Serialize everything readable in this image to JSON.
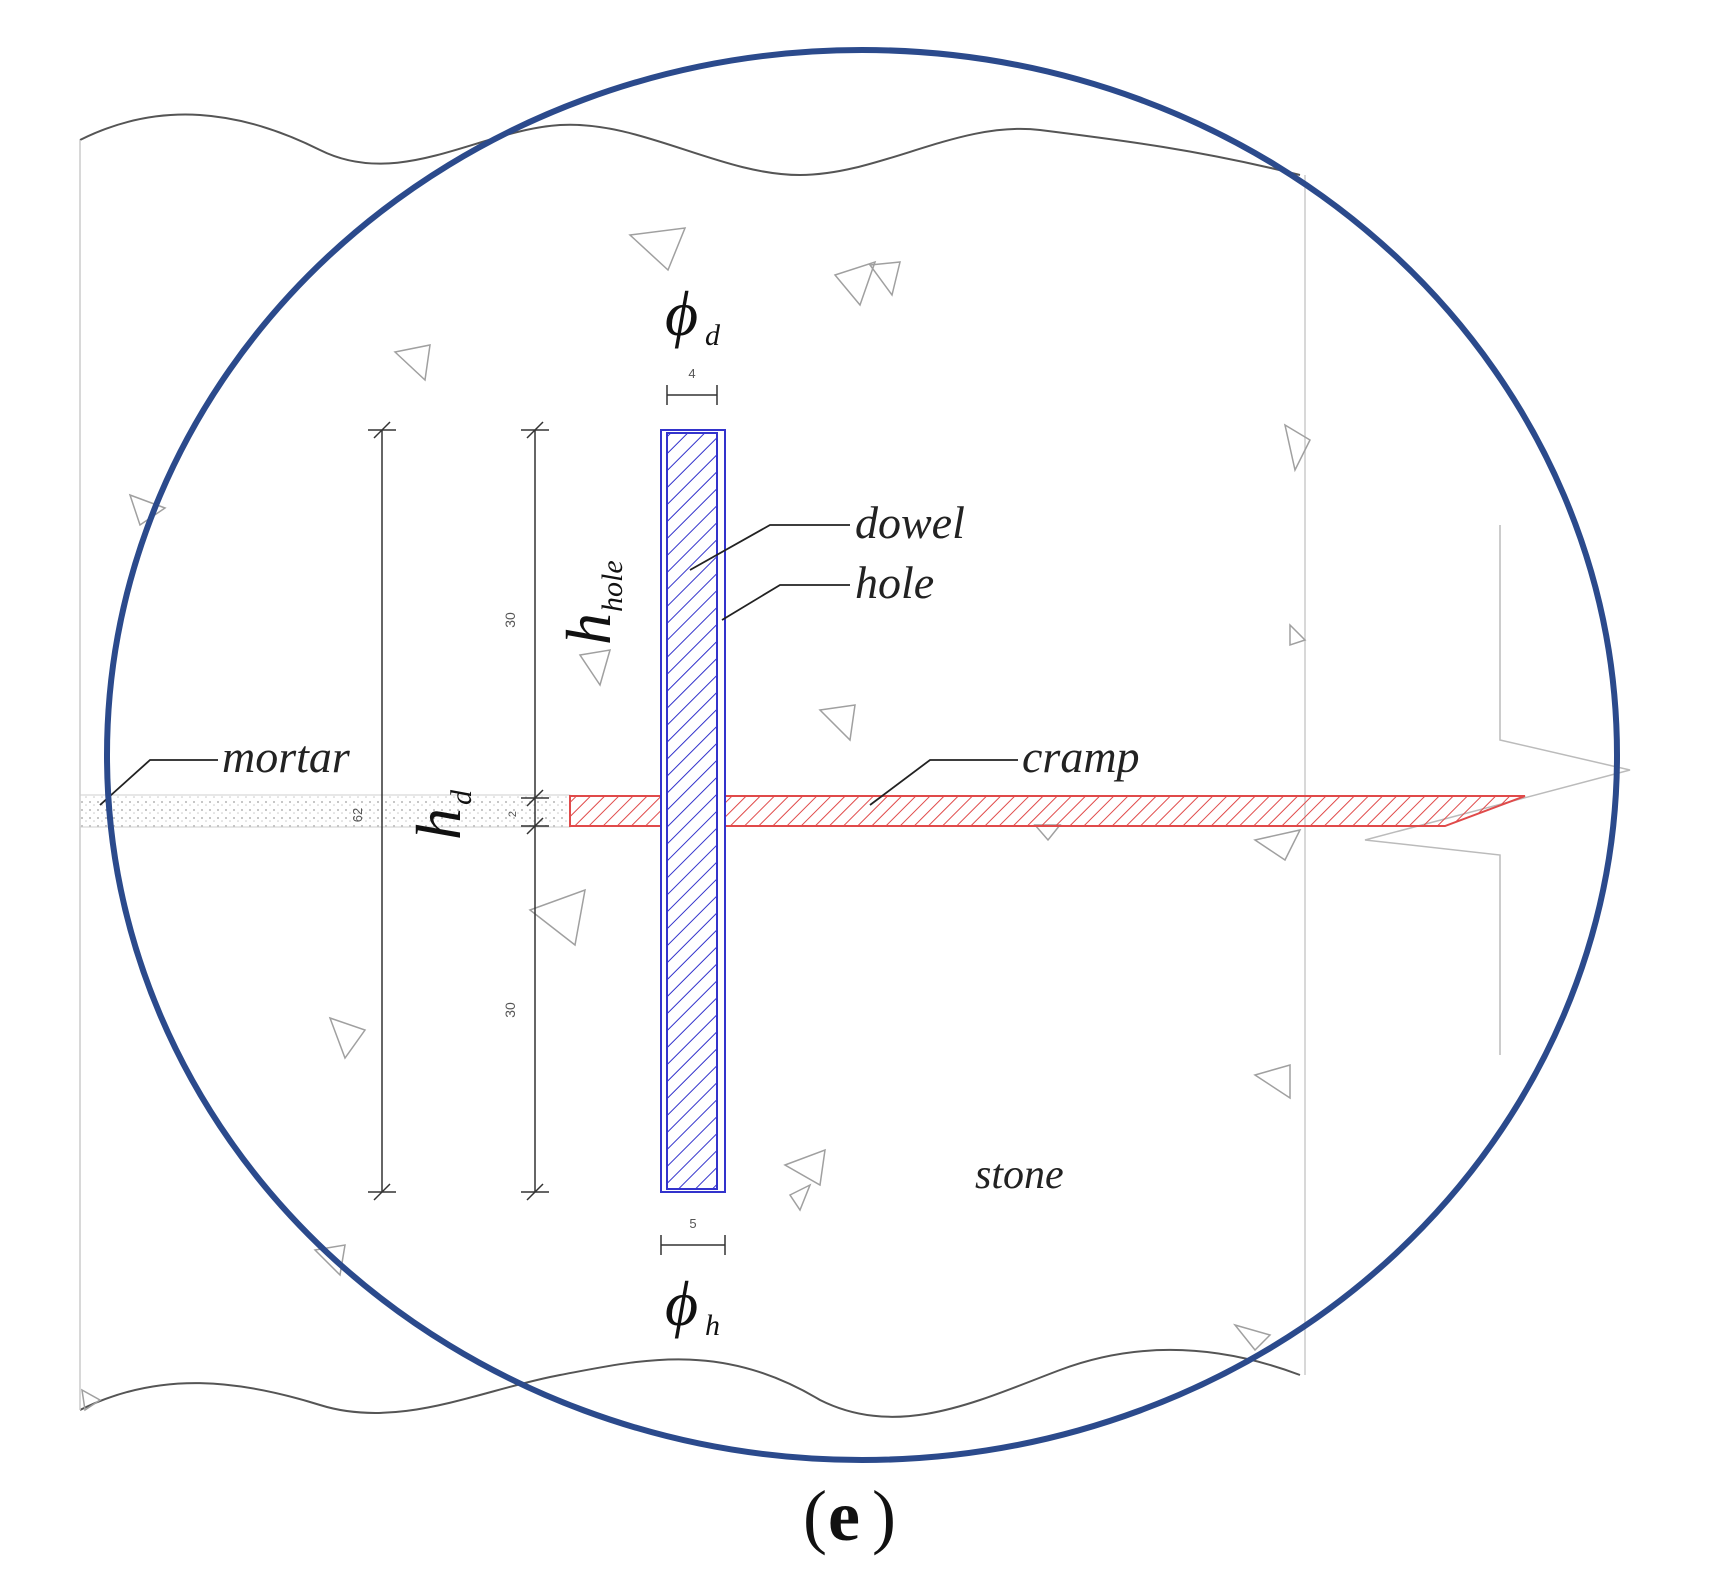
{
  "labels": {
    "dowel": "dowel",
    "hole": "hole",
    "mortar": "mortar",
    "cramp": "cramp",
    "stone": "stone"
  },
  "symbols": {
    "phi_d_main": "ϕ",
    "phi_d_sub": "d",
    "phi_h_main": "ϕ",
    "phi_h_sub": "h",
    "h_hole_main": "h",
    "h_hole_sub": "hole",
    "h_d_main": "h",
    "h_d_sub": "d"
  },
  "dimensions": {
    "dowel_width": "4",
    "hole_width": "5",
    "upper_hole_depth": "30",
    "lower_hole_depth": "30",
    "total_dowel_length": "62",
    "joint_thickness": "2"
  },
  "caption": {
    "open": "(",
    "letter": "e",
    "close": ")"
  },
  "colors": {
    "circle": "#2b4a8c",
    "dowel": "#3333cc",
    "cramp": "#e04a4a",
    "outline": "#444444",
    "light": "#bbbbbb"
  }
}
